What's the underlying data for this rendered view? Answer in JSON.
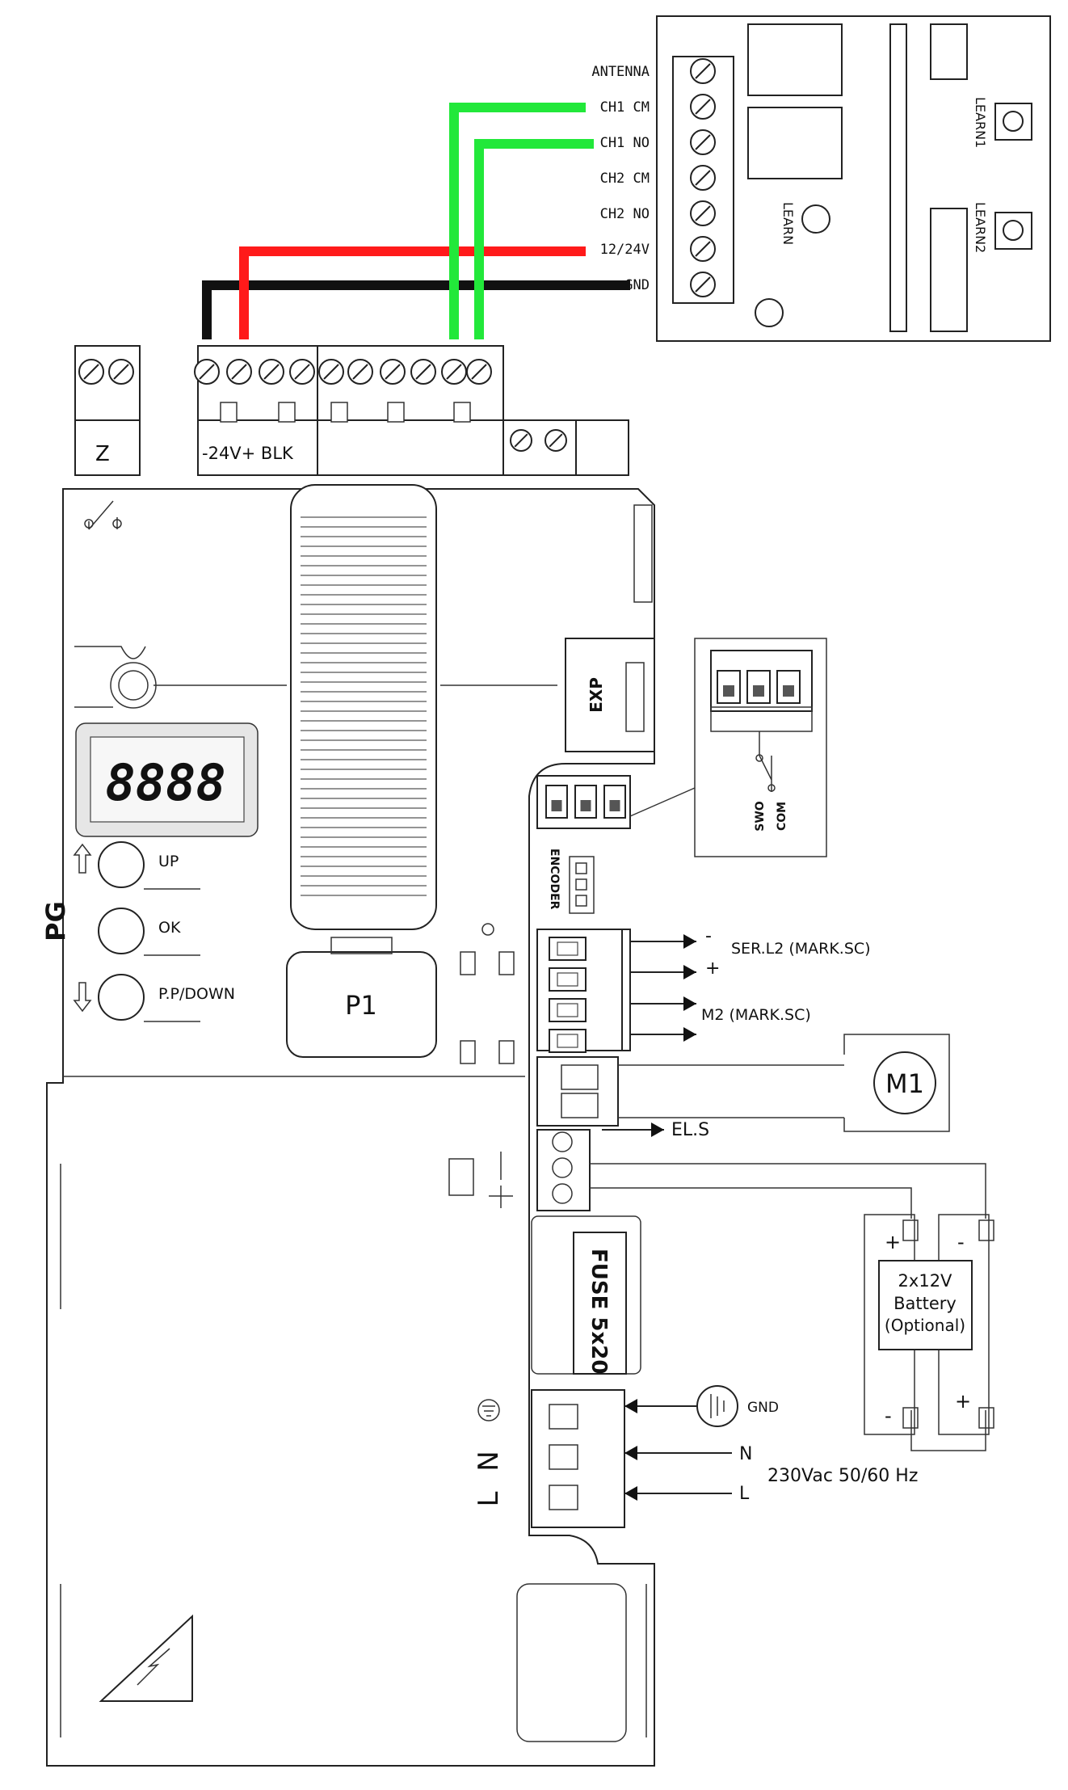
{
  "colors": {
    "wire_red": "#ff1a1a",
    "wire_black": "#111111",
    "wire_green": "#22e83a",
    "line": "#222222"
  },
  "receiver": {
    "terminals": [
      "ANTENNA",
      "CH1 CM",
      "CH1 NO",
      "CH2 CM",
      "CH2 NO",
      "12/24V",
      "GND"
    ],
    "learn_main": "LEARN",
    "learn1": "LEARN1",
    "learn2": "LEARN2"
  },
  "board": {
    "top_terminal_label": "-24V+ BLK",
    "display_value": "8888",
    "prog_label": "PG",
    "buttons": {
      "up": "UP",
      "ok": "OK",
      "down": "P.P/DOWN"
    },
    "p1": "P1",
    "exp": "EXP",
    "encoder": "ENCODER",
    "fuse": "FUSE 5x20",
    "mains_letters": [
      "L",
      "N"
    ]
  },
  "relay_inset": {
    "swo": "SWO",
    "com": "COM"
  },
  "connections": {
    "ser_minus": "-",
    "ser_plus": "+",
    "ser_label": "SER.L2 (MARK.SC)",
    "m2_label": "M2 (MARK.SC)",
    "motor": "M1",
    "els": "EL.S",
    "gnd": "GND",
    "n": "N",
    "l": "L",
    "mains": "230Vac 50/60 Hz"
  },
  "battery": {
    "line1": "2x12V",
    "line2": "Battery",
    "line3": "(Optional)",
    "plus": "+",
    "minus": "-"
  }
}
